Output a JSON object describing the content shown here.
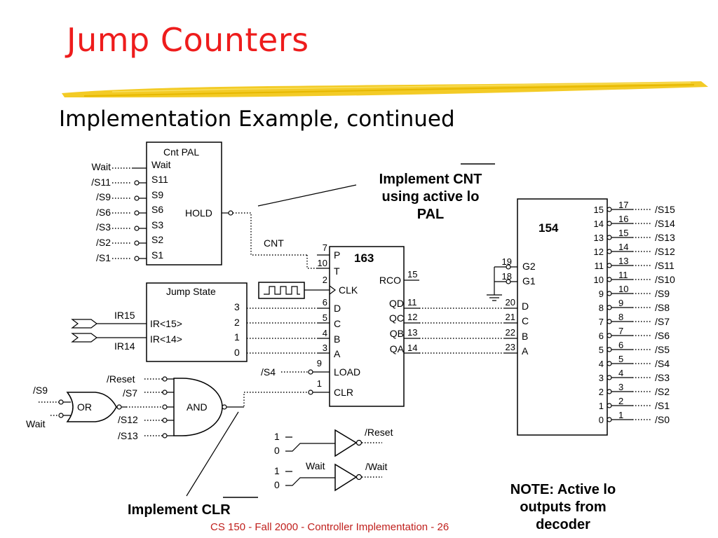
{
  "slide": {
    "title": "Jump Counters",
    "subtitle": "Implementation Example, continued",
    "footer": "CS 150 - Fall 2000 - Controller Implementation - 26"
  },
  "colors": {
    "title": "#ee1c1c",
    "footer": "#c0201d",
    "brush": "#f2c81a"
  },
  "callouts": {
    "cnt_line1": "Implement CNT",
    "cnt_line2": "using active lo",
    "cnt_line3": "PAL",
    "clr": "Implement CLR",
    "note_line1": "NOTE: Active lo",
    "note_line2": "outputs from",
    "note_line3": "decoder"
  },
  "cnt_pal": {
    "title": "Cnt PAL",
    "inputs": [
      "Wait",
      "S11",
      "S9",
      "S6",
      "S3",
      "S2",
      "S1"
    ],
    "ext_inputs": [
      "Wait",
      "/S11",
      "/S9",
      "/S6",
      "/S3",
      "/S2",
      "/S1"
    ],
    "output": "HOLD",
    "net": "CNT"
  },
  "jump_state": {
    "title": "Jump State",
    "inputs": [
      "IR<15>",
      "IR<14>"
    ],
    "ext_inputs": [
      "IR15",
      "IR14"
    ],
    "outputs": [
      "3",
      "2",
      "1",
      "0"
    ]
  },
  "counter": {
    "name": "163",
    "left_pins": [
      {
        "num": "7",
        "label": "P"
      },
      {
        "num": "10",
        "label": "T"
      },
      {
        "num": "2",
        "label": "CLK"
      },
      {
        "num": "6",
        "label": "D"
      },
      {
        "num": "5",
        "label": "C"
      },
      {
        "num": "4",
        "label": "B"
      },
      {
        "num": "3",
        "label": "A"
      },
      {
        "num": "9",
        "label": "LOAD"
      },
      {
        "num": "1",
        "label": "CLR"
      }
    ],
    "right_pins": [
      {
        "num": "15",
        "label": "RCO"
      },
      {
        "num": "11",
        "label": "QD"
      },
      {
        "num": "12",
        "label": "QC"
      },
      {
        "num": "13",
        "label": "QB"
      },
      {
        "num": "14",
        "label": "QA"
      }
    ],
    "load_signal": "/S4"
  },
  "decoder": {
    "name": "154",
    "left_pins": [
      {
        "num": "19",
        "label": "G2"
      },
      {
        "num": "18",
        "label": "G1"
      },
      {
        "num": "20",
        "label": "D"
      },
      {
        "num": "21",
        "label": "C"
      },
      {
        "num": "22",
        "label": "B"
      },
      {
        "num": "23",
        "label": "A"
      }
    ],
    "outputs": [
      {
        "idx": "15",
        "pin": "17",
        "signal": "/S15"
      },
      {
        "idx": "14",
        "pin": "16",
        "signal": "/S14"
      },
      {
        "idx": "13",
        "pin": "15",
        "signal": "/S13"
      },
      {
        "idx": "12",
        "pin": "14",
        "signal": "/S12"
      },
      {
        "idx": "11",
        "pin": "13",
        "signal": "/S11"
      },
      {
        "idx": "10",
        "pin": "11",
        "signal": "/S10"
      },
      {
        "idx": "9",
        "pin": "10",
        "signal": "/S9"
      },
      {
        "idx": "8",
        "pin": "9",
        "signal": "/S8"
      },
      {
        "idx": "7",
        "pin": "8",
        "signal": "/S7"
      },
      {
        "idx": "6",
        "pin": "7",
        "signal": "/S6"
      },
      {
        "idx": "5",
        "pin": "6",
        "signal": "/S5"
      },
      {
        "idx": "4",
        "pin": "5",
        "signal": "/S4"
      },
      {
        "idx": "3",
        "pin": "4",
        "signal": "/S3"
      },
      {
        "idx": "2",
        "pin": "3",
        "signal": "/S2"
      },
      {
        "idx": "1",
        "pin": "2",
        "signal": "/S1"
      },
      {
        "idx": "0",
        "pin": "1",
        "signal": "/S0"
      }
    ]
  },
  "or_gate": {
    "label": "OR",
    "inputs": [
      "/S9",
      "Wait"
    ]
  },
  "and_gate": {
    "label": "AND",
    "inputs": [
      "/Reset",
      "/S7",
      "/S12",
      "/S13"
    ]
  },
  "inverters": [
    {
      "in_hi": "1",
      "in_lo": "0",
      "in_label": "",
      "output": "/Reset"
    },
    {
      "in_hi": "1",
      "in_lo": "0",
      "in_label": "Wait",
      "output": "/Wait"
    }
  ]
}
